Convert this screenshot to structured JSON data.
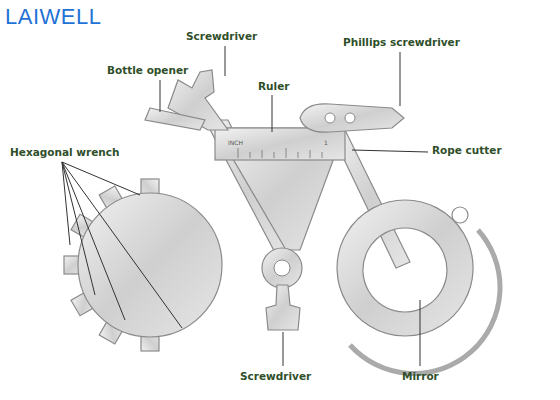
{
  "diagram": {
    "labels": [
      "LAIWELL",
      "Screwdriver",
      "Bottle opener",
      "Ruler",
      "Phillips screwdriver",
      "Hexagonal wrench",
      "Rope cutter",
      "Screwdriver",
      "Mirror",
      "INCH",
      "1"
    ]
  }
}
